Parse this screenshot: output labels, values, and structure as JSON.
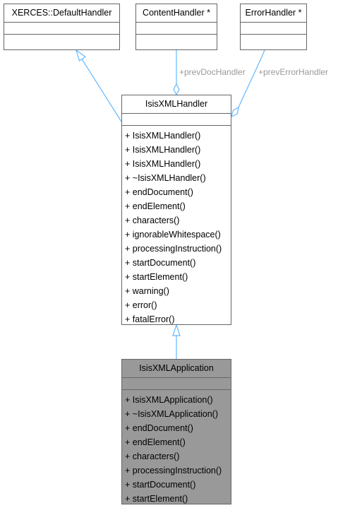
{
  "classes": {
    "xerces": {
      "name": "XERCES::DefaultHandler"
    },
    "content": {
      "name": "ContentHandler *"
    },
    "error": {
      "name": "ErrorHandler *"
    },
    "handler": {
      "name": "IsisXMLHandler",
      "ops": [
        "+ IsisXMLHandler()",
        "+ IsisXMLHandler()",
        "+ IsisXMLHandler()",
        "+ ~IsisXMLHandler()",
        "+ endDocument()",
        "+ endElement()",
        "+ characters()",
        "+ ignorableWhitespace()",
        "+ processingInstruction()",
        "+ startDocument()",
        "+ startElement()",
        "+ warning()",
        "+ error()",
        "+ fatalError()"
      ]
    },
    "application": {
      "name": "IsisXMLApplication",
      "ops": [
        "+ IsisXMLApplication()",
        "+ ~IsisXMLApplication()",
        "+ endDocument()",
        "+ endElement()",
        "+ characters()",
        "+ processingInstruction()",
        "+ startDocument()",
        "+ startElement()"
      ]
    }
  },
  "edge_labels": {
    "prev_doc": "+prevDocHandler",
    "prev_error": "+prevErrorHandler"
  },
  "colors": {
    "edge": "#63b8ff",
    "label": "#9a9a9a",
    "border": "#666666",
    "focus_fill": "#999999"
  }
}
